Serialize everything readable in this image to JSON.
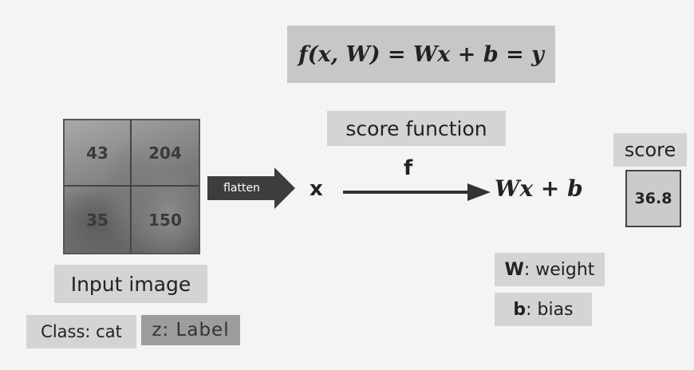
{
  "formula": "f(x, W) = Wx + b = y",
  "score_function_label": "score function",
  "input_image": {
    "pixels": [
      "43",
      "204",
      "35",
      "150"
    ],
    "label": "Input image",
    "class_label": "Class: cat",
    "z_label": "z: Label"
  },
  "flatten_label": "flatten",
  "vector_symbol": "x",
  "function_symbol": "f",
  "result_expression": "Wx + b",
  "score": {
    "label": "score",
    "value": "36.8"
  },
  "legend": {
    "weight_key": "W",
    "weight_text": ": weight",
    "bias_key": "b",
    "bias_text": ": bias"
  }
}
